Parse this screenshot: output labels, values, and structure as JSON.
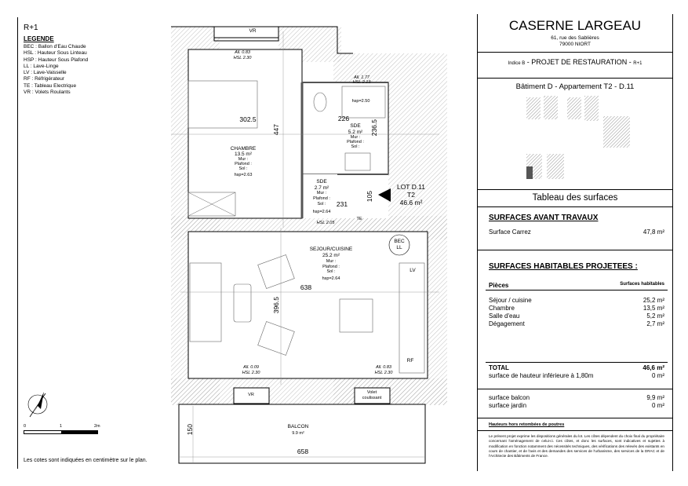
{
  "legend": {
    "level": "R+1",
    "title": "LEGENDE",
    "items": [
      "BEC : Ballon d'Eau Chaude",
      "HSL : Hauteur Sous Linteau",
      "HSP : Hauteur Sous Plafond",
      "LL : Lave-Linge",
      "LV : Lave-Vaisselle",
      "RF : Réfrigérateur",
      "TE : Tableau Electrique",
      "VR : Volets Roulants"
    ]
  },
  "scale": {
    "ticks": [
      "0",
      "1",
      "2m"
    ],
    "note": "Les cotes sont indiquées en centimètre sur le plan."
  },
  "plan": {
    "vr_top": "VR",
    "win_top": {
      "all": "All. 0.83",
      "hsl": "HSL 2.30"
    },
    "win_sde": {
      "all": "All. 1.77",
      "hsl": "HSL 2.13"
    },
    "chambre": {
      "name": "CHAMBRE",
      "area": "13.5 m²",
      "mur": "Mur :",
      "plafond": "Plafond :",
      "sol": "Sol :",
      "hsp": "hsp=2.63"
    },
    "sde1": {
      "name": "SDE",
      "area": "5.2 m²",
      "mur": "Mur :",
      "plafond": "Plafond :",
      "sol": "Sol :",
      "hsp": "hsp=2.50"
    },
    "sde2": {
      "name": "SDE",
      "area": "2.7 m²",
      "mur": "Mur :",
      "plafond": "Plafond :",
      "sol": "Sol :",
      "hsp": "hsp=2.64"
    },
    "sejour": {
      "name": "SEJOUR/CUISINE",
      "area": "25.2 m²",
      "mur": "Mur :",
      "plafond": "Plafond :",
      "sol": "Sol :",
      "hsp": "hsp=2.64"
    },
    "balcon": {
      "name": "BALCON",
      "area": "9.9 m²"
    },
    "lot": {
      "name": "LOT D.11",
      "type": "T2",
      "area": "46.6 m²"
    },
    "dims": {
      "d302": "302.5",
      "d447": "447",
      "d226": "226",
      "d2365": "236.5",
      "d231": "231",
      "d105": "105",
      "d638": "638",
      "d3965": "396.5",
      "d150": "150",
      "d658": "658"
    },
    "hsl_entry": "HSL 2.05",
    "te": "TE",
    "bec": "BEC",
    "ll": "LL",
    "lv": "LV",
    "rf": "RF",
    "win_bl": {
      "all": "All. 0.09",
      "hsl": "HSL 2.30"
    },
    "win_br": {
      "all": "All. 0.83",
      "hsl": "HSL 2.30"
    },
    "vr_bottom": "VR",
    "volet": [
      "Volet",
      "coulissant"
    ]
  },
  "panel": {
    "title": "CASERNE LARGEAU",
    "address1": "61, rue des Sablières",
    "address2": "79000 NIORT",
    "indice": "Indice B",
    "project": "PROJET DE RESTAURATION",
    "level": "R+1",
    "building": "Bâtiment D - Appartement T2 - D.11",
    "table_title": "Tableau des surfaces",
    "avant_title": "SURFACES AVANT TRAVAUX",
    "carrez_label": "Surface Carrez",
    "carrez_value": "47,8 m²",
    "projetees_title": "SURFACES HABITABLES PROJETEES :",
    "col_pieces": "Pièces",
    "col_surfaces": "Surfaces habitables",
    "rooms": [
      {
        "name": "Séjour / cuisine",
        "value": "25,2 m²"
      },
      {
        "name": "Chambre",
        "value": "13,5 m²"
      },
      {
        "name": "Salle d'eau",
        "value": "5,2 m²"
      },
      {
        "name": "Dégagement",
        "value": "2,7 m²"
      }
    ],
    "total_label": "TOTAL",
    "total_value": "46,6 m²",
    "low_label": "surface de hauteur inférieure à 1,80m",
    "low_value": "0 m²",
    "balcon_label": "surface balcon",
    "balcon_value": "9,9 m²",
    "jardin_label": "surface jardin",
    "jardin_value": "0 m²",
    "hauteurs": "Hauteurs hors retombées de poutres",
    "disclaimer": "Le présent projet exprime les dispositions générales du lot. Les côtes dépendent du choix final du propriétaire concernant l'aménagement de celui-ci. Ces côtes, et donc les surfaces, sont indicatives et sujettes à modification en fonction notamment des nécessités techniques, des vérifications des relevés des existants en cours de chantier, et de l'avis et des demandes des services de l'urbanisme, des services de la DRAC et de l'Architecte des Bâtiments de France."
  }
}
